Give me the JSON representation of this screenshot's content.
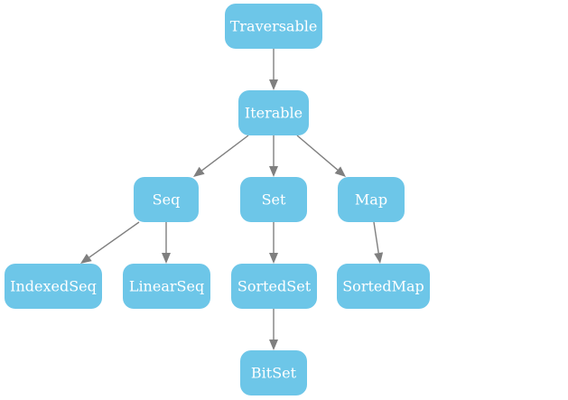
{
  "colors": {
    "node_fill": "#6dc6e8",
    "node_text": "#ffffff",
    "edge": "#7f7f7f",
    "background": "#ffffff"
  },
  "nodes": [
    {
      "id": "traversable",
      "label": "Traversable"
    },
    {
      "id": "iterable",
      "label": "Iterable"
    },
    {
      "id": "seq",
      "label": "Seq"
    },
    {
      "id": "set",
      "label": "Set"
    },
    {
      "id": "map",
      "label": "Map"
    },
    {
      "id": "indexedseq",
      "label": "IndexedSeq"
    },
    {
      "id": "linearseq",
      "label": "LinearSeq"
    },
    {
      "id": "sortedset",
      "label": "SortedSet"
    },
    {
      "id": "sortedmap",
      "label": "SortedMap"
    },
    {
      "id": "bitset",
      "label": "BitSet"
    }
  ],
  "edges": [
    {
      "from": "traversable",
      "to": "iterable"
    },
    {
      "from": "iterable",
      "to": "seq"
    },
    {
      "from": "iterable",
      "to": "set"
    },
    {
      "from": "iterable",
      "to": "map"
    },
    {
      "from": "seq",
      "to": "indexedseq"
    },
    {
      "from": "seq",
      "to": "linearseq"
    },
    {
      "from": "set",
      "to": "sortedset"
    },
    {
      "from": "map",
      "to": "sortedmap"
    },
    {
      "from": "sortedset",
      "to": "bitset"
    }
  ]
}
